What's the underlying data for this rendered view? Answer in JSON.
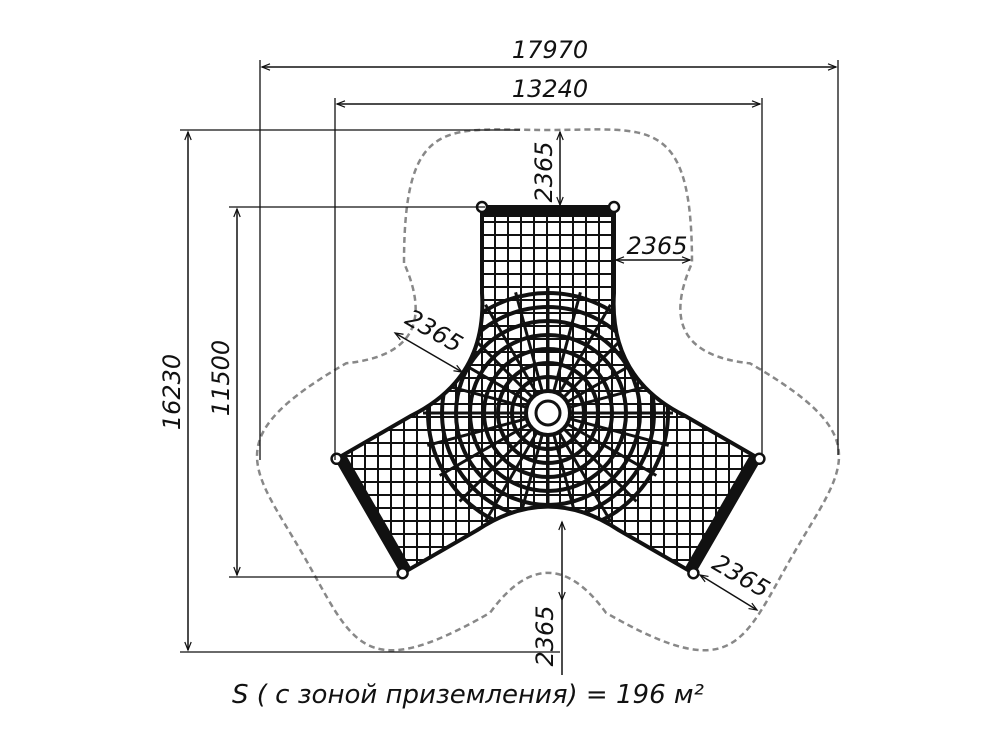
{
  "dimensions": {
    "overall_width": "17970",
    "frame_width": "13240",
    "overall_height": "16230",
    "frame_height": "11500",
    "safety_top": "2365",
    "safety_right_arm": "2365",
    "safety_left_arm": "2365",
    "safety_lower_right": "2365",
    "safety_bottom": "2365"
  },
  "area_label": "S ( с зоной приземления) = 196 м²",
  "colors": {
    "line": "#111111",
    "zone": "#888888"
  }
}
